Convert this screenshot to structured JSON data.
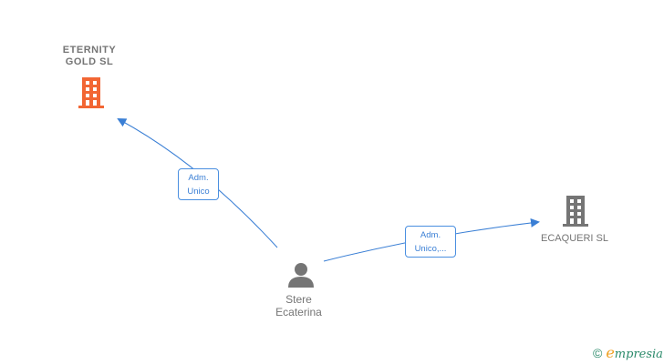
{
  "nodes": {
    "company1": {
      "name_line1": "ETERNITY",
      "name_line2": "GOLD  SL",
      "color": "#f26634",
      "icon": "building-icon"
    },
    "company2": {
      "name": "ECAQUERI  SL",
      "color": "#757575",
      "icon": "building-icon"
    },
    "person": {
      "name_line1": "Stere",
      "name_line2": "Ecaterina",
      "color": "#757575",
      "icon": "person-icon"
    }
  },
  "edges": [
    {
      "from": "person",
      "to": "company1",
      "label_line1": "Adm.",
      "label_line2": "Unico"
    },
    {
      "from": "person",
      "to": "company2",
      "label_line1": "Adm.",
      "label_line2": "Unico,..."
    }
  ],
  "colors": {
    "edge": "#3a7fd5",
    "label_text": "#757575"
  },
  "brand": {
    "copyright": "©",
    "e": "e",
    "rest": "mpresia"
  }
}
